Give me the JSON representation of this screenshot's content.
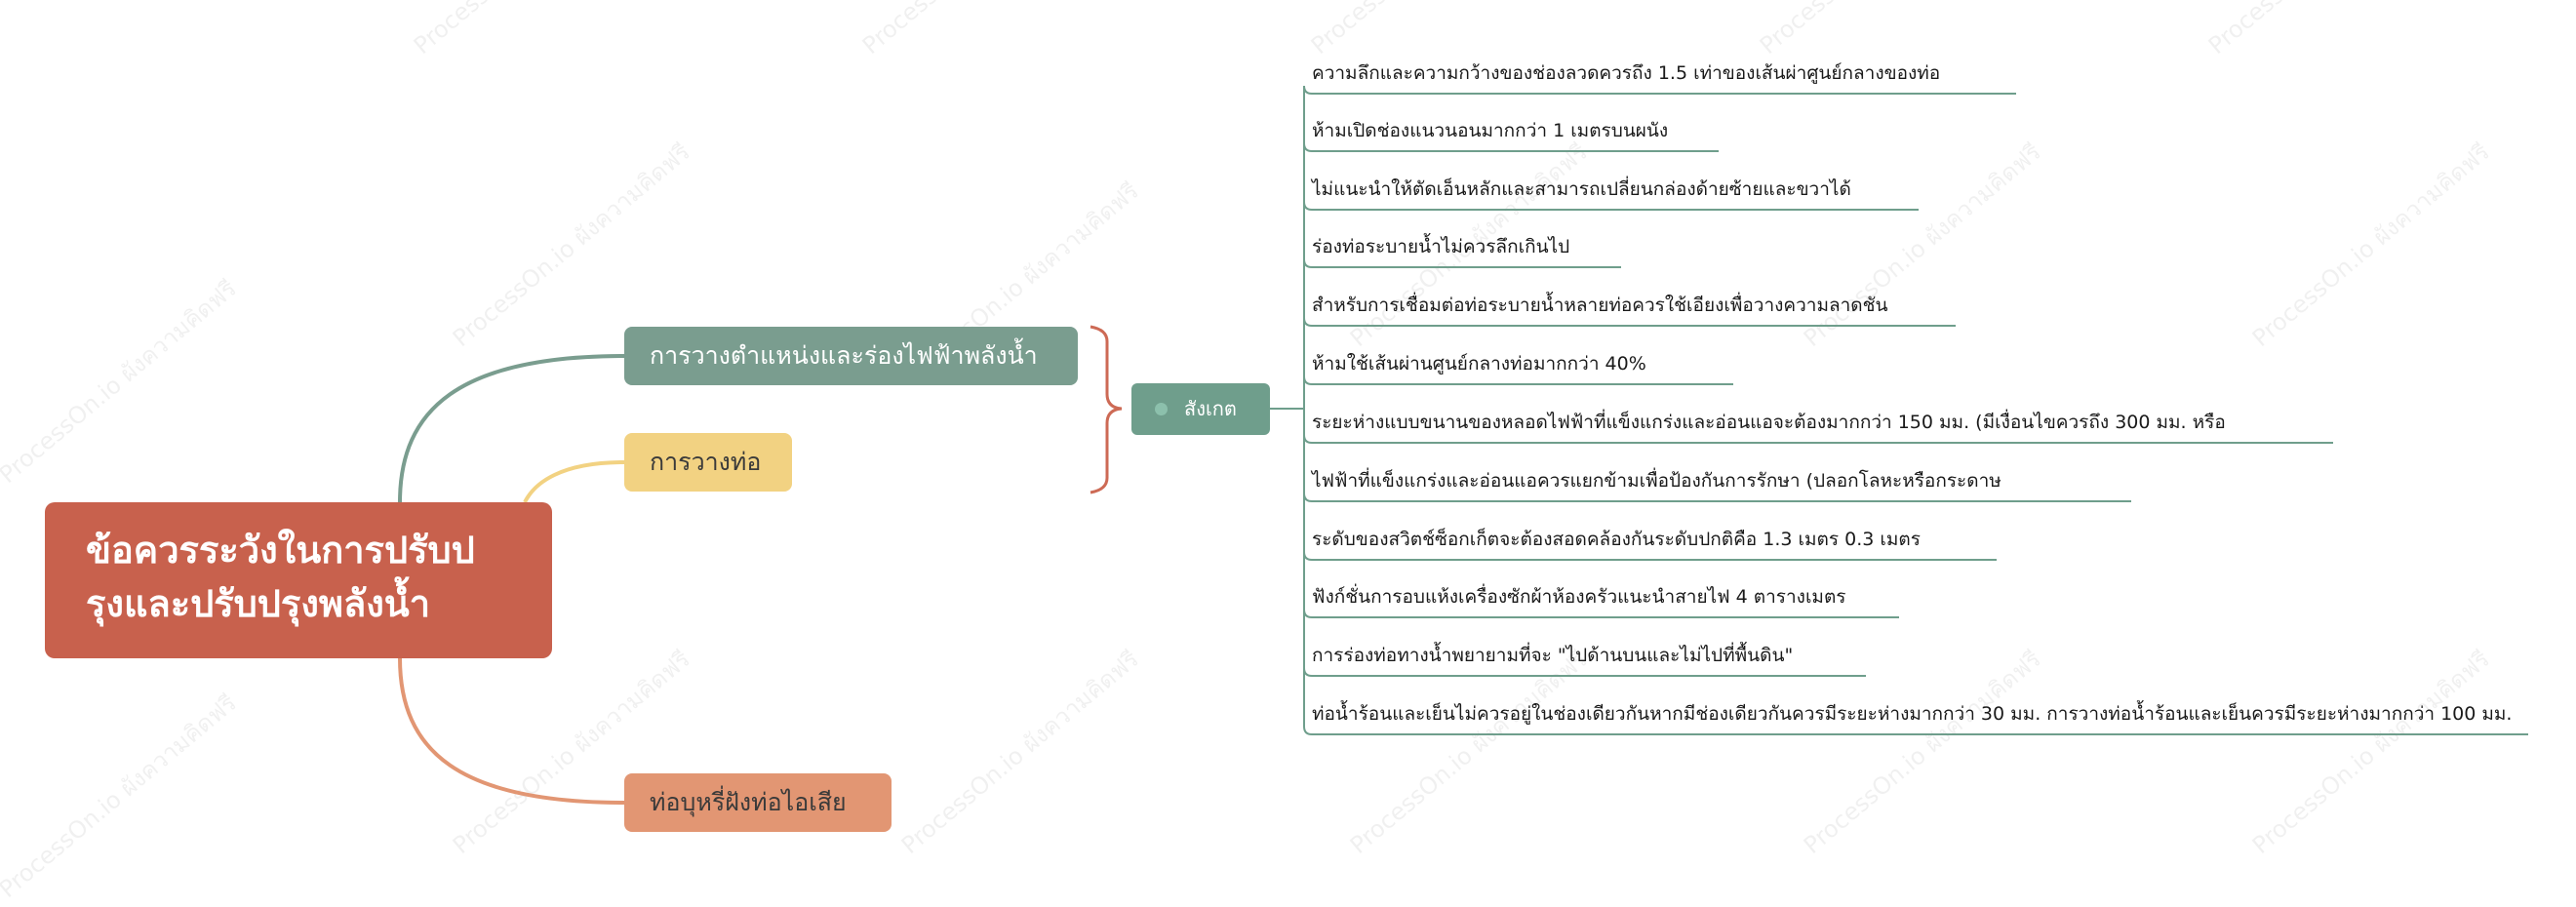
{
  "root": {
    "line1": "ข้อควรระวังในการปรับป",
    "line2": "รุงและปรับปรุงพลังน้ำ"
  },
  "branches": [
    {
      "label": "การวางตำแหน่งและร่องไฟฟ้าพลังน้ำ",
      "color": "#7a9d8f"
    },
    {
      "label": "การวางท่อ",
      "color": "#f2d282"
    },
    {
      "label": "ท่อบุหรี่ฝังท่อไอเสีย",
      "color": "#e29673"
    }
  ],
  "observation": {
    "label": "สังเกต"
  },
  "details": [
    "ความลึกและความกว้างของช่องลวดควรถึง 1.5 เท่าของเส้นผ่าศูนย์กลางของท่อ",
    "ห้ามเปิดช่องแนวนอนมากกว่า 1 เมตรบนผนัง",
    "ไม่แนะนำให้ตัดเอ็นหลักและสามารถเปลี่ยนกล่องด้ายซ้ายและขวาได้",
    "ร่องท่อระบายน้ำไม่ควรลึกเกินไป",
    "สำหรับการเชื่อมต่อท่อระบายน้ำหลายท่อควรใช้เอียงเพื่อวางความลาดชัน",
    "ห้ามใช้เส้นผ่านศูนย์กลางท่อมากกว่า 40%",
    "ระยะห่างแบบขนานของหลอดไฟฟ้าที่แข็งแกร่งและอ่อนแอจะต้องมากกว่า 150 มม. (มีเงื่อนไขควรถึง 300 มม. หรือ",
    "ไฟฟ้าที่แข็งแกร่งและอ่อนแอควรแยกข้ามเพื่อป้องกันการรักษา (ปลอกโลหะหรือกระดาษ",
    "ระดับของสวิตช์ซ็อกเก็ตจะต้องสอดคล้องกันระดับปกติคือ 1.3 เมตร 0.3 เมตร",
    "ฟังก์ชั่นการอบแห้งเครื่องซักผ้าห้องครัวแนะนำสายไฟ 4 ตารางเมตร",
    "การร่องท่อทางน้ำพยายามที่จะ \"ไปด้านบนและไม่ไปที่พื้นดิน\"",
    "ท่อน้ำร้อนและเย็นไม่ควรอยู่ในช่องเดียวกันหากมีช่องเดียวกันควรมีระยะห่างมากกว่า 30 มม. การวางท่อน้ำร้อนและเย็นควรมีระยะห่างมากกว่า 100 มม."
  ],
  "watermark": "ProcessOn.io ผังความคิดฟรี",
  "colors": {
    "root": "#c8614d",
    "brace": "#cd6a55",
    "detailLine": "#6f9e8c"
  }
}
